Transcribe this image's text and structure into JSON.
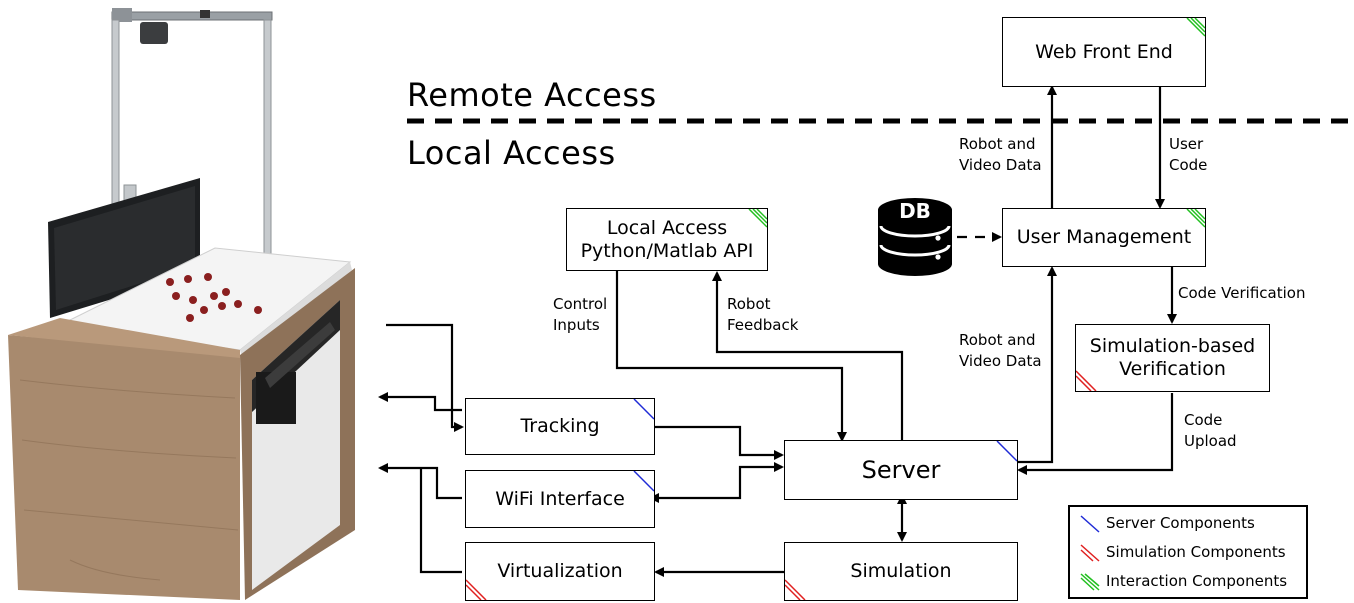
{
  "sections": {
    "remote": "Remote Access",
    "local": "Local Access"
  },
  "boxes": {
    "web_front_end": "Web Front End",
    "user_management": "User Management",
    "local_api": "Local Access\nPython/Matlab API",
    "sim_verification": "Simulation-based\nVerification",
    "tracking": "Tracking",
    "wifi": "WiFi Interface",
    "server": "Server",
    "virtualization": "Virtualization",
    "simulation": "Simulation"
  },
  "db_label": "DB",
  "labels": {
    "robot_video_top": "Robot and\nVideo Data",
    "user_code": "User\nCode",
    "code_verification": "Code Verification",
    "robot_video_bottom": "Robot and\nVideo Data",
    "code_upload": "Code\nUpload",
    "control_inputs": "Control\nInputs",
    "robot_feedback": "Robot\nFeedback"
  },
  "legend": [
    {
      "label": "Server Components",
      "color": "#1f2bd6",
      "lines": 1
    },
    {
      "label": "Simulation Components",
      "color": "#e02020",
      "lines": 2
    },
    {
      "label": "Interaction Components",
      "color": "#22c020",
      "lines": 3
    }
  ]
}
